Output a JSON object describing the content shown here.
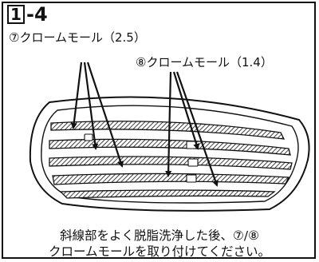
{
  "step": {
    "number": "1",
    "suffix": "-4"
  },
  "labels": {
    "molding_7": "⑦クロームモール（2.5）",
    "molding_8": "⑧クロームモール（1.4）"
  },
  "instructions": {
    "line1": "斜線部をよく脱脂洗浄した後、⑦/⑧",
    "line2": "クロームモールを取り付けてください。"
  }
}
